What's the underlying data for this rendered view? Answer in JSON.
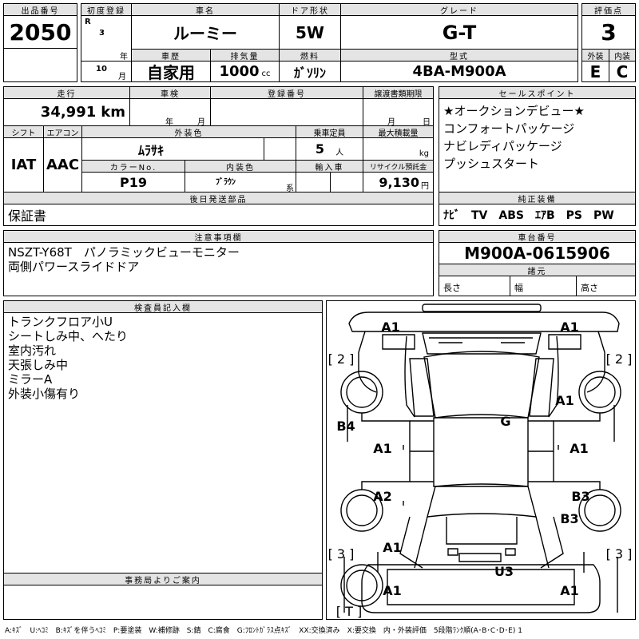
{
  "lot": {
    "label": "出品番号",
    "value": "2050"
  },
  "first_reg": {
    "label": "初度登録",
    "era": "R",
    "year": "3",
    "year_unit": "年",
    "month": "10",
    "month_unit": "月"
  },
  "model": {
    "label": "車名",
    "value": "ルーミー"
  },
  "doors": {
    "label": "ドア形状",
    "value": "5W"
  },
  "grade": {
    "label": "グレード",
    "value": "G-T"
  },
  "rating": {
    "label": "評価点",
    "value": "3",
    "exterior_label": "外装",
    "exterior": "E",
    "interior_label": "内装",
    "interior": "C"
  },
  "history": {
    "label": "車歴",
    "value": "自家用"
  },
  "displacement": {
    "label": "排気量",
    "value": "1000",
    "unit": "cc"
  },
  "fuel": {
    "label": "燃料",
    "value": "ｶﾞｿﾘﾝ"
  },
  "type_code": {
    "label": "型式",
    "value": "4BA-M900A"
  },
  "mileage": {
    "label": "走行",
    "value": "34,991",
    "unit": "km"
  },
  "inspection": {
    "label": "車検",
    "year_unit": "年",
    "month_unit": "月"
  },
  "plate": {
    "label": "登録番号"
  },
  "transfer": {
    "label": "譲渡書類期限",
    "month_unit": "月",
    "day_unit": "日"
  },
  "selling_points": {
    "label": "セールスポイント",
    "items": [
      "★オークションデビュー★",
      "コンフォートパッケージ",
      "ナビレディパッケージ",
      "プッシュスタート"
    ]
  },
  "shift": {
    "label": "シフト",
    "value": "IAT"
  },
  "ac": {
    "label": "エアコン",
    "value": "AAC"
  },
  "ext_color": {
    "label": "外装色",
    "value": "ﾑﾗｻｷ"
  },
  "capacity": {
    "label": "乗車定員",
    "value": "5",
    "unit": "人"
  },
  "max_load": {
    "label": "最大積載量",
    "unit": "kg"
  },
  "color_no": {
    "label": "カラーNo.",
    "value": "P19"
  },
  "int_color": {
    "label": "内装色",
    "value": "ﾌﾞﾗｳﾝ",
    "suffix": "系"
  },
  "import": {
    "label": "輸入車"
  },
  "recycle": {
    "label": "リサイクル預託金",
    "value": "9,130",
    "unit": "円"
  },
  "later_parts": {
    "label": "後日発送部品",
    "value": "保証書"
  },
  "equipment": {
    "label": "純正装備",
    "value": "ﾅﾋﾞ　TV　ABS　ｴｱB　PS　PW"
  },
  "notes": {
    "label": "注意事項欄",
    "lines": [
      "NSZT-Y68T　パノラミックビューモニター",
      "両側パワースライドドア"
    ]
  },
  "chassis": {
    "label": "車台番号",
    "value": "M900A-0615906"
  },
  "specs": {
    "label": "諸元",
    "length": "長さ",
    "width": "幅",
    "height": "高さ"
  },
  "inspector": {
    "label": "検査員記入欄",
    "lines": [
      "トランクフロア小U",
      "シートしみ中、へたり",
      "室内汚れ",
      "天張しみ中",
      "ミラーA",
      "外装小傷有り"
    ]
  },
  "office": {
    "label": "事務局よりご案内"
  },
  "diagram": {
    "marks": [
      {
        "id": "a1-front-left",
        "text": "A1"
      },
      {
        "id": "a1-front-right",
        "text": "A1"
      },
      {
        "id": "wheel-front-left",
        "text": "[ 2 ]"
      },
      {
        "id": "wheel-front-right",
        "text": "[ 2 ]"
      },
      {
        "id": "a1-front-fender-right",
        "text": "A1"
      },
      {
        "id": "roof",
        "text": "G"
      },
      {
        "id": "b4-left",
        "text": "B4"
      },
      {
        "id": "a1-front-door-left",
        "text": "A1"
      },
      {
        "id": "a1-front-door-right",
        "text": "A1"
      },
      {
        "id": "a2-rear-door-left",
        "text": "A2"
      },
      {
        "id": "b3-rear-door-right",
        "text": "B3"
      },
      {
        "id": "b3-rear-fender-right",
        "text": "B3"
      },
      {
        "id": "a1-rear-quarter-left",
        "text": "A1"
      },
      {
        "id": "wheel-rear-left",
        "text": "[ 3 ]"
      },
      {
        "id": "wheel-rear-right",
        "text": "[ 3 ]"
      },
      {
        "id": "u3-rear",
        "text": "U3"
      },
      {
        "id": "a1-rear-left",
        "text": "A1"
      },
      {
        "id": "a1-rear-right",
        "text": "A1"
      },
      {
        "id": "spare-tire",
        "text": "[ T ]"
      }
    ]
  },
  "legend": "A:ｷｽﾞ　U:ﾍｺﾐ　B:ｷｽﾞを伴うﾍｺﾐ　P:要塗装　W:補修跡　S:錆　C:腐食　G:ﾌﾛﾝﾄｶﾞﾗｽ点ｷｽﾞ　XX:交換済み　X:要交換　内・外装評価　5段階ﾗﾝｸ順(A･B･C･D･E) 1"
}
